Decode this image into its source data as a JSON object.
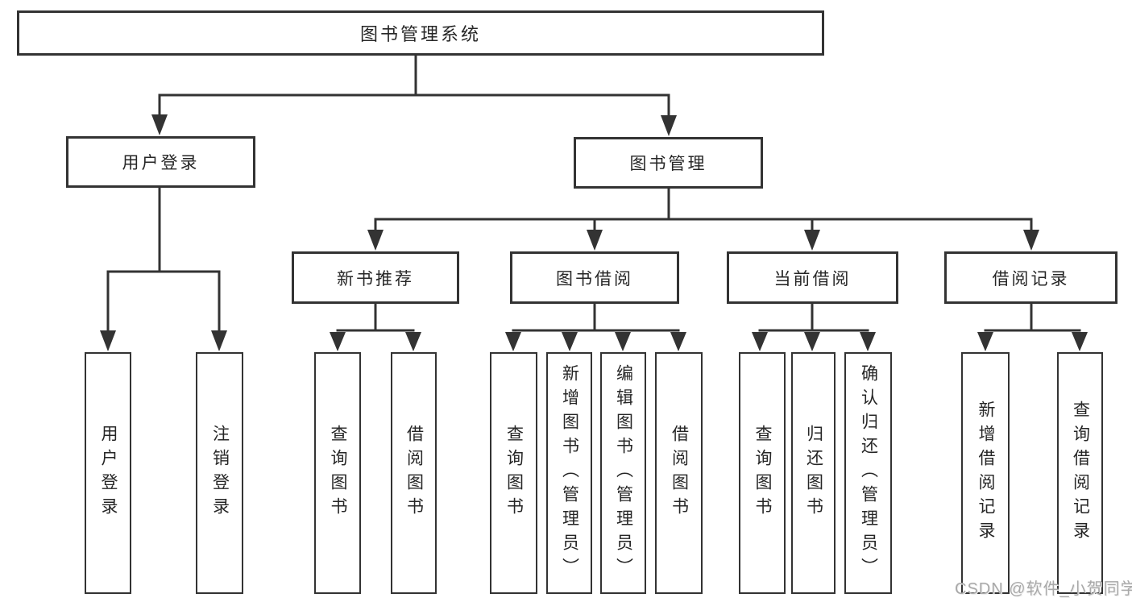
{
  "diagram": {
    "root": {
      "label": "图书管理系统"
    },
    "branches": [
      {
        "label": "用户登录",
        "children": [
          {
            "label": "用户登录"
          },
          {
            "label": "注销登录"
          }
        ]
      },
      {
        "label": "图书管理",
        "children": [
          {
            "label": "新书推荐",
            "children": [
              {
                "label": "查询图书"
              },
              {
                "label": "借阅图书"
              }
            ]
          },
          {
            "label": "图书借阅",
            "children": [
              {
                "label": "查询图书"
              },
              {
                "label": "新增图书（管理员）"
              },
              {
                "label": "编辑图书（管理员）"
              },
              {
                "label": "借阅图书"
              }
            ]
          },
          {
            "label": "当前借阅",
            "children": [
              {
                "label": "查询图书"
              },
              {
                "label": "归还图书"
              },
              {
                "label": "确认归还（管理员）"
              }
            ]
          },
          {
            "label": "借阅记录",
            "children": [
              {
                "label": "新增借阅记录"
              },
              {
                "label": "查询借阅记录"
              }
            ]
          }
        ]
      }
    ],
    "watermark": "CSDN @软件_小贺同学",
    "colors": {
      "line": "#333333",
      "text": "#262626",
      "watermark": "#a9a9a9",
      "background": "#ffffff"
    }
  }
}
